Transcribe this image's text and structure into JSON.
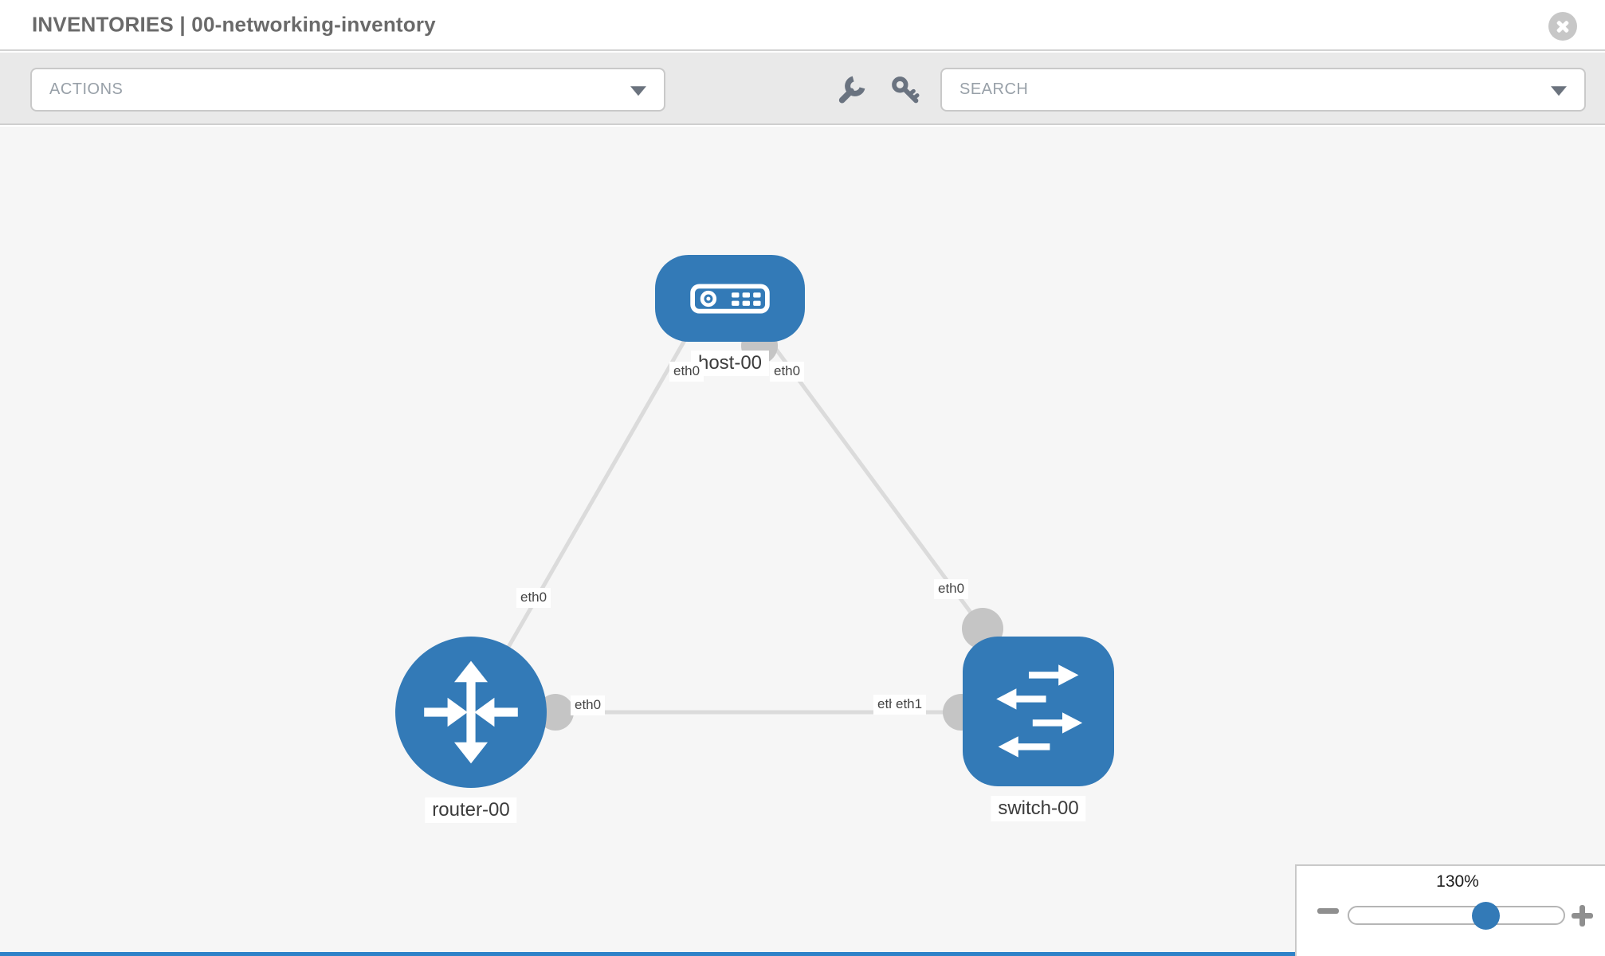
{
  "header": {
    "title": "INVENTORIES | 00-networking-inventory"
  },
  "toolbar": {
    "actions_label": "ACTIONS",
    "search_label": "SEARCH",
    "icons": [
      "wrench-icon",
      "key-icon"
    ]
  },
  "graph": {
    "nodes": [
      {
        "label": "host-00",
        "type": "host",
        "color": "#337ab7",
        "icon": "host-device-icon"
      },
      {
        "label": "router-00",
        "type": "router",
        "color": "#337ab7",
        "icon": "router-arrows-icon"
      },
      {
        "label": "switch-00",
        "type": "switch",
        "color": "#337ab7",
        "icon": "switch-arrows-icon"
      }
    ],
    "links": [
      {
        "from": "host-00",
        "from_iface": "eth0",
        "to": "router-00",
        "to_iface": "eth0"
      },
      {
        "from": "host-00",
        "from_iface": "eth0",
        "to": "switch-00",
        "to_iface": "eth0"
      },
      {
        "from": "router-00",
        "from_iface": "eth0",
        "to": "switch-00",
        "to_iface": "eth1"
      }
    ],
    "iface_labels": {
      "host_router_at_host": "eth0",
      "host_router_at_router": "eth0",
      "host_switch_at_host": "eth0",
      "host_switch_at_switch": "eth0",
      "router_switch_at_router": "eth0",
      "router_switch_at_switch": "eth1",
      "router_switch_at_switch_dup": "eth1"
    }
  },
  "zoom": {
    "level": "130%"
  },
  "colors": {
    "node_blue": "#337ab7",
    "link_gray": "#dbdbdb",
    "connector_gray": "#c5c5c5",
    "accent_strip_blue": "#2e82c8"
  }
}
